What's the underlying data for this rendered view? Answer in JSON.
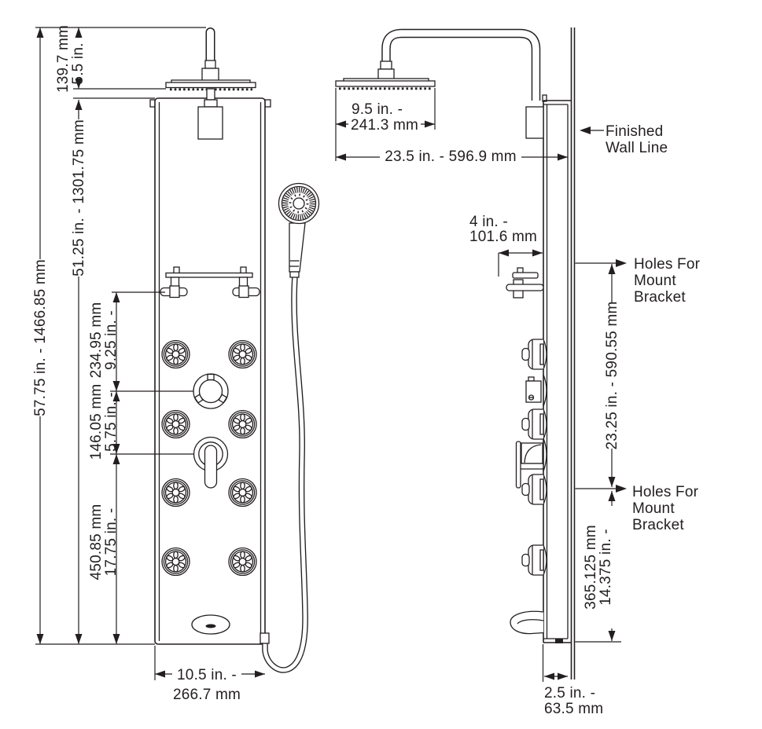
{
  "colors": {
    "ink": "#231f20",
    "background": "#ffffff"
  },
  "diagram_type": "shower panel installation dimension drawing, front and side views",
  "dims": {
    "overall_height": "57.75 in. - 1466.85 mm",
    "panel_height": "51.25 in. - 1301.75 mm",
    "head_height_l1": "5.5 in. -",
    "head_height_l2": "139.7 mm",
    "shelf_to_diverter_l1": "9.25 in. -",
    "shelf_to_diverter_l2": "234.95 mm",
    "diverter_to_lever_l1": "5.75 in. -",
    "diverter_to_lever_l2": "146.05 mm",
    "lever_to_bottom_l1": "17.75 in. -",
    "lever_to_bottom_l2": "450.85 mm",
    "panel_width_l1": "10.5 in. -",
    "panel_width_l2": "266.7 mm",
    "head_diameter_l1": "9.5 in. -",
    "head_diameter_l2": "241.3 mm",
    "head_to_wall": "23.5 in. - 596.9 mm",
    "shelf_depth_l1": "4 in. -",
    "shelf_depth_l2": "101.6 mm",
    "bracket_spacing": "23.25 in. - 590.55 mm",
    "bracket_to_bottom_l1": "14.375 in. -",
    "bracket_to_bottom_l2": "365.125 mm",
    "panel_depth_l1": "2.5 in. -",
    "panel_depth_l2": "63.5 mm"
  },
  "labels": {
    "finished_wall_l1": "Finished",
    "finished_wall_l2": "Wall Line",
    "mount_holes_l1": "Holes For",
    "mount_holes_l2": "Mount",
    "mount_holes_l3": "Bracket"
  }
}
